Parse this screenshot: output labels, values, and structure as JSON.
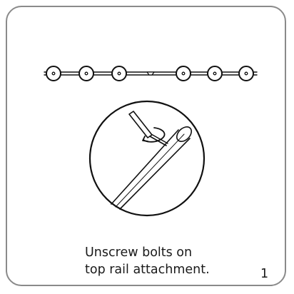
{
  "instruction": {
    "line1": "Unscrew bolts on",
    "line2": "top rail attachment."
  },
  "step_number": "1",
  "colors": {
    "frame_border": "#8a8a8a",
    "line_art": "#111111",
    "background": "#ffffff"
  },
  "icons": [
    "screwdriver-icon",
    "rotation-arrow-icon",
    "bolt-icon"
  ]
}
